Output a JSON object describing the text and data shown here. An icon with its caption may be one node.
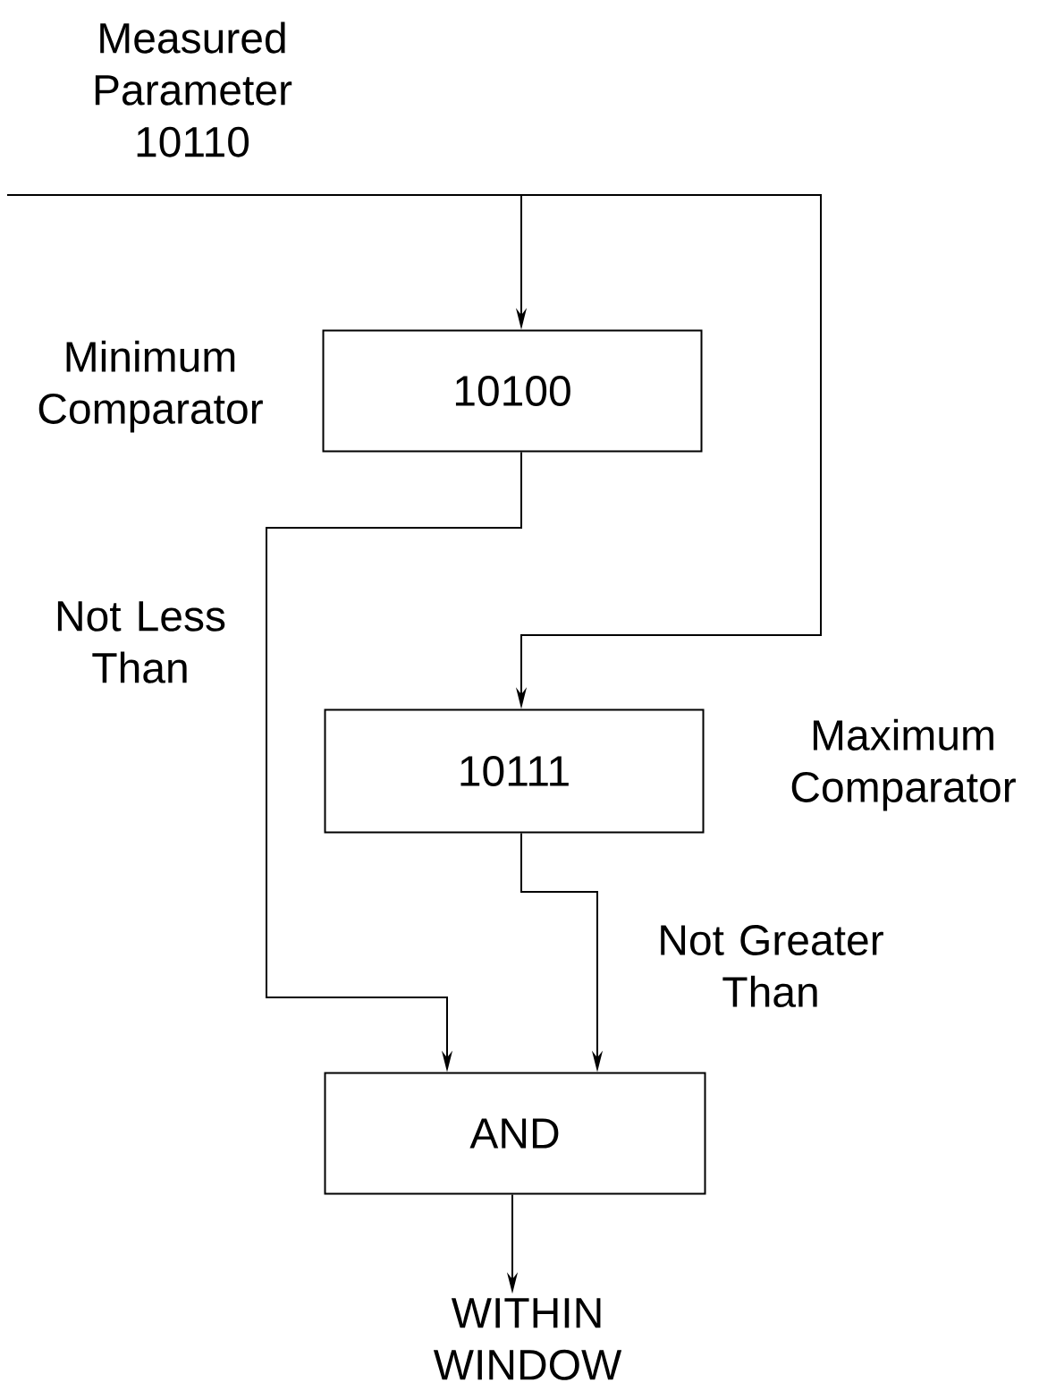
{
  "diagram": {
    "nodes": [
      {
        "text": [
          "10100"
        ],
        "beside": [
          "Minimum Comparator"
        ]
      },
      {
        "text": [
          "10111"
        ],
        "beside": [
          "Maximum Comparator"
        ]
      },
      {
        "text": [
          "AND"
        ]
      },
      {
        "text": [
          "WITHIN WINDOW"
        ]
      }
    ],
    "edges": [
      {
        "from": null,
        "to": 0,
        "arrow": "to",
        "label": "Measured Parameter 10110"
      },
      {
        "from": null,
        "to": 1,
        "arrow": "to"
      },
      {
        "from": 0,
        "to": 2,
        "arrow": "to",
        "label": "Not Less Than"
      },
      {
        "from": 1,
        "to": 2,
        "arrow": "to",
        "label": "Not Greater Than"
      },
      {
        "from": 2,
        "to": 3,
        "arrow": "to"
      }
    ]
  }
}
